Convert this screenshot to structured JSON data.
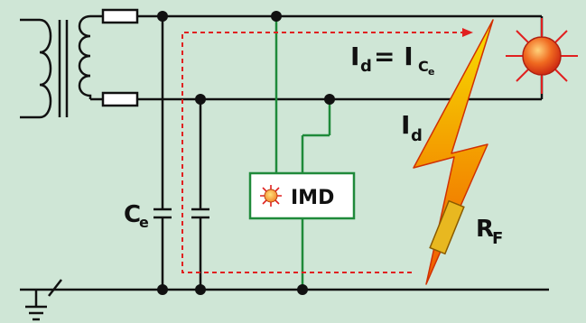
{
  "labels": {
    "id_ice_main": "I",
    "id_ice_sub": "d",
    "id_ice_eq": "= I",
    "id_ice_sub2": "C",
    "id_ice_sub3": "e",
    "id_main": "I",
    "id_sub": "d",
    "ce_main": "C",
    "ce_sub": "e",
    "imd": "IMD",
    "rf_main": "R",
    "rf_sub": "F"
  },
  "colors": {
    "background": "#cfe6d6",
    "wire": "#111111",
    "imd_wire": "#1f8a3a",
    "fault_path": "#e02020",
    "bolt_top": "#f7e000",
    "bolt_bottom": "#f05a00",
    "lamp": "#f05020",
    "resistor": "#e8b820"
  },
  "icons": {
    "transformer": "transformer-icon",
    "fuse": "fuse-icon",
    "lamp": "warning-lamp-icon",
    "bolt": "fault-lightning-icon",
    "capacitor": "capacitor-icon",
    "ground": "earth-ground-icon",
    "imd_lamp": "indicator-lamp-icon"
  }
}
